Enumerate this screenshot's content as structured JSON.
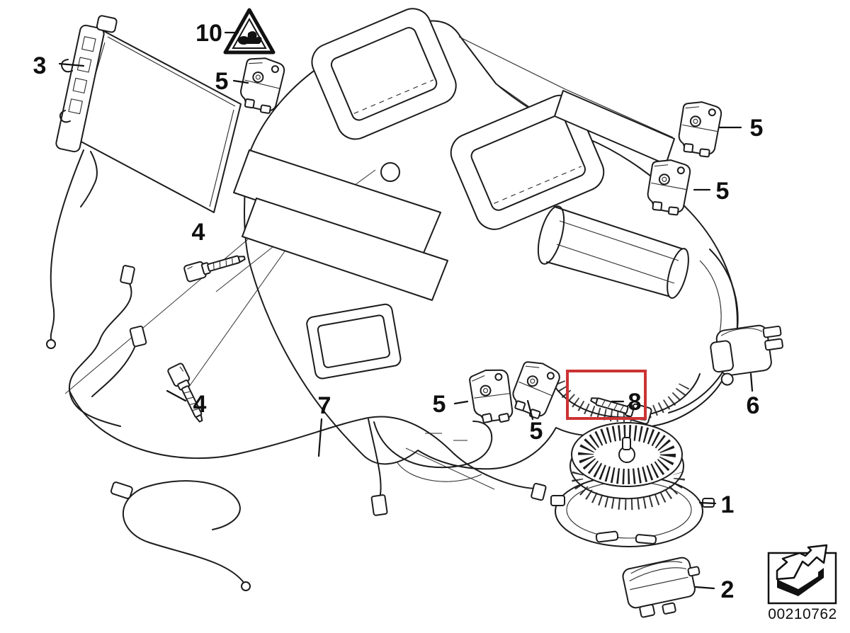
{
  "diagram": {
    "type": "exploded-parts-diagram",
    "labels": {
      "callout_1": "1",
      "callout_2": "2",
      "callout_3": "3",
      "callout_4a": "4",
      "callout_4b": "4",
      "callout_5_top_left": "5",
      "callout_5_right_upper": "5",
      "callout_5_right_lower": "5",
      "callout_5_bottom_left": "5",
      "callout_5_bottom_center": "5",
      "callout_6": "6",
      "callout_7": "7",
      "callout_8": "8",
      "callout_10": "10"
    },
    "highlight": {
      "highlighted_callout": "8",
      "box_color": "#cc3333"
    },
    "icons": {
      "warning_triangle": "warning-triangle-icon",
      "direction_arrow": "direction-arrow-icon"
    },
    "footer": {
      "part_number": "00210762"
    },
    "colors": {
      "line": "#1c1c1c",
      "background": "#ffffff"
    }
  }
}
